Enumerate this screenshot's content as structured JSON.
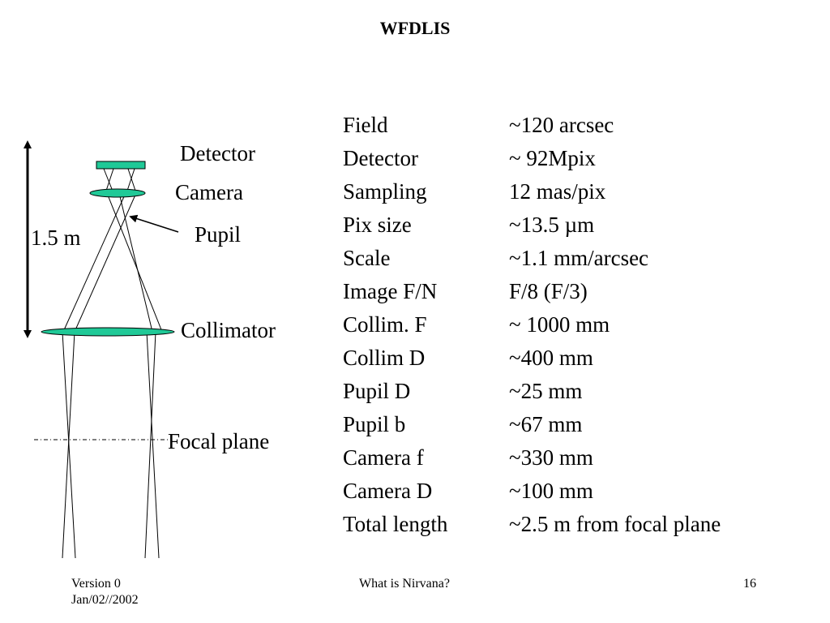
{
  "title": "WFDLIS",
  "diagram": {
    "labels": {
      "detector": "Detector",
      "camera": "Camera",
      "pupil": "Pupil",
      "collimator": "Collimator",
      "focal_plane": "Focal plane",
      "length": "1.5 m"
    },
    "colors": {
      "optics_fill": "#20c997",
      "line": "#000000"
    }
  },
  "specs": [
    {
      "param": "Field",
      "value": "~120 arcsec"
    },
    {
      "param": "Detector",
      "value": "~ 92Mpix"
    },
    {
      "param": "Sampling",
      "value": "12 mas/pix"
    },
    {
      "param": "Pix size",
      "value": "~13.5 µm"
    },
    {
      "param": "Scale",
      "value": "~1.1 mm/arcsec"
    },
    {
      "param": "Image F/N",
      "value": "F/8 (F/3)"
    },
    {
      "param": "Collim. F",
      "value": "~ 1000 mm"
    },
    {
      "param": "Collim D",
      "value": "~400 mm"
    },
    {
      "param": "Pupil D",
      "value": "~25 mm"
    },
    {
      "param": "Pupil b",
      "value": "~67 mm"
    },
    {
      "param": "Camera f",
      "value": "~330 mm"
    },
    {
      "param": "Camera D",
      "value": "~100 mm"
    },
    {
      "param": "Total length",
      "value": "~2.5 m from focal plane"
    }
  ],
  "footer": {
    "version": "Version 0",
    "date": "Jan/02//2002",
    "center": "What is Nirvana?",
    "page": "16"
  }
}
